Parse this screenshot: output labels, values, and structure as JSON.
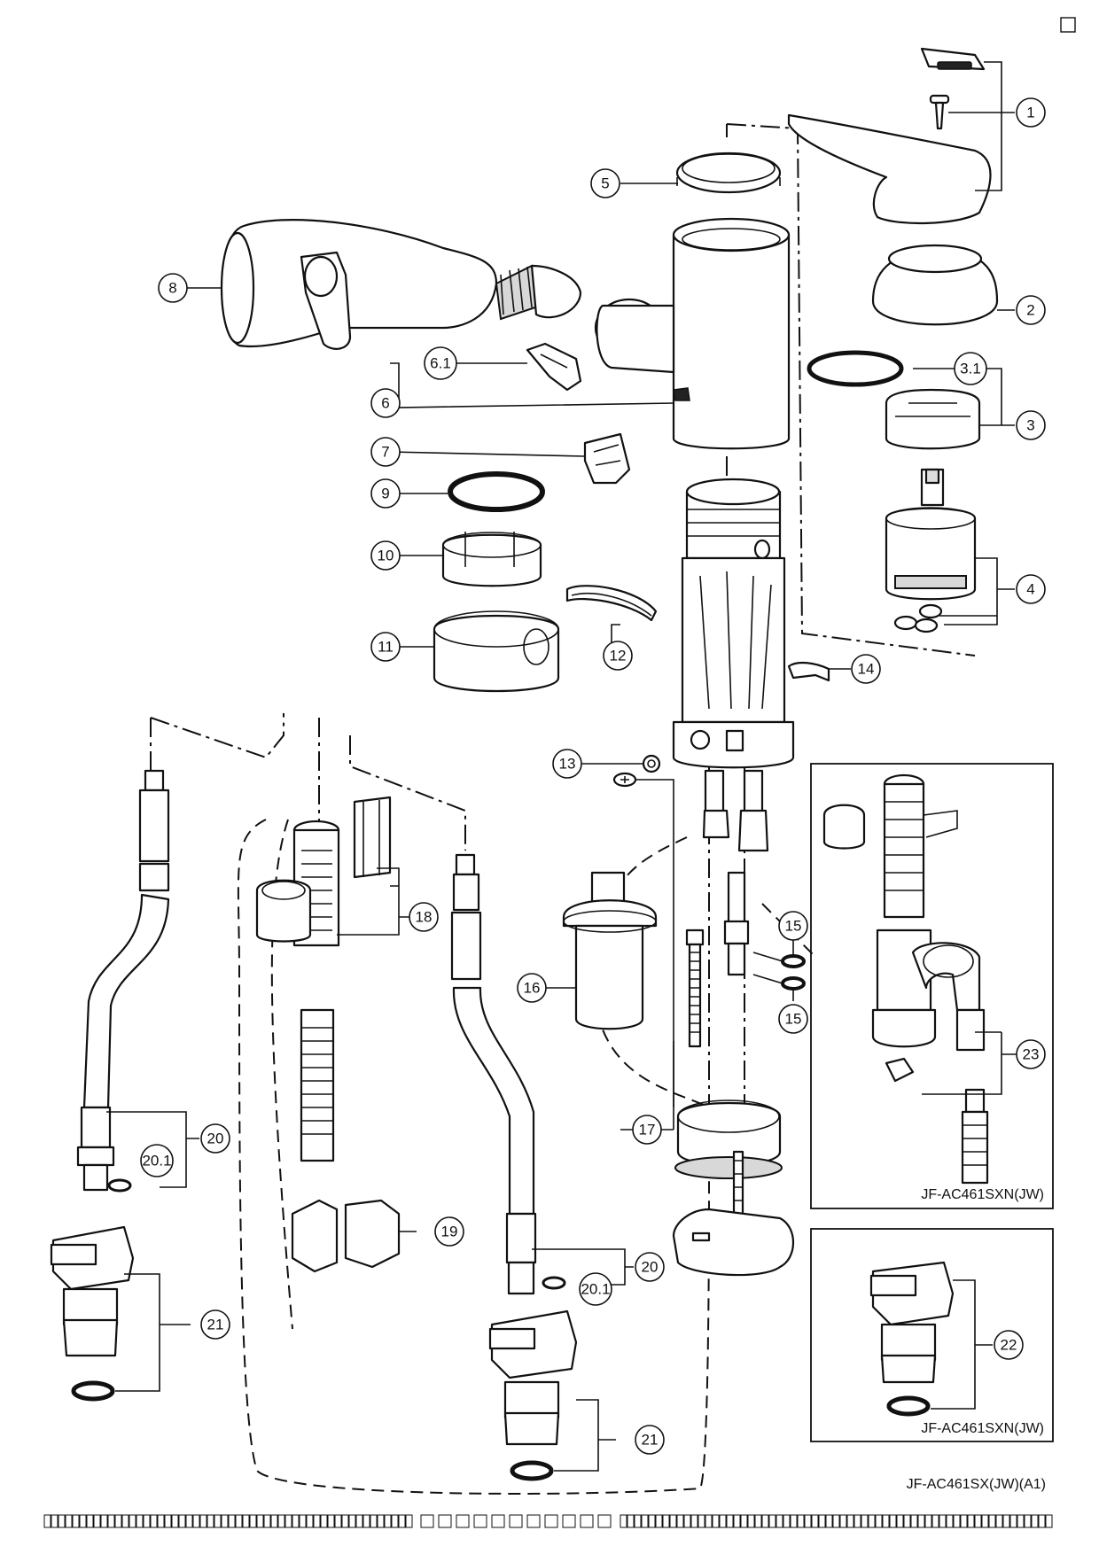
{
  "callouts": {
    "c1": "1",
    "c2": "2",
    "c3": "3",
    "c3_1": "3.1",
    "c4": "4",
    "c5": "5",
    "c6": "6",
    "c6_1": "6.1",
    "c7": "7",
    "c8": "8",
    "c9": "9",
    "c10": "10",
    "c11": "11",
    "c12": "12",
    "c13": "13",
    "c14": "14",
    "c15a": "15",
    "c15b": "15",
    "c16": "16",
    "c17": "17",
    "c18": "18",
    "c19": "19",
    "c20a": "20",
    "c20_1a": "20.1",
    "c20b": "20",
    "c20_1b": "20.1",
    "c21a": "21",
    "c21b": "21",
    "c22": "22",
    "c23": "23"
  },
  "inset_labels": {
    "inset_23": "JF-AC461SXN(JW)",
    "inset_22": "JF-AC461SXN(JW)"
  },
  "footer_model": "JF-AC461SX(JW)(A1)"
}
